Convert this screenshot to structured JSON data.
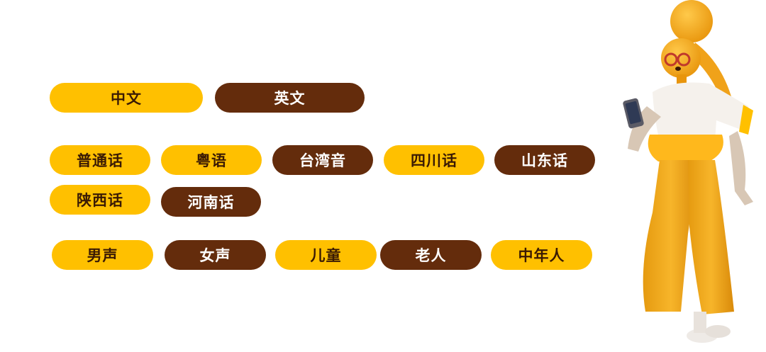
{
  "languages": [
    {
      "label": "中文",
      "style": "yellow"
    },
    {
      "label": "英文",
      "style": "brown"
    }
  ],
  "dialects": [
    {
      "label": "普通话",
      "style": "yellow"
    },
    {
      "label": "粤语",
      "style": "yellow"
    },
    {
      "label": "台湾音",
      "style": "brown"
    },
    {
      "label": "四川话",
      "style": "yellow"
    },
    {
      "label": "山东话",
      "style": "brown"
    },
    {
      "label": "陕西话",
      "style": "yellow"
    },
    {
      "label": "河南话",
      "style": "brown"
    }
  ],
  "voices": [
    {
      "label": "男声",
      "style": "yellow"
    },
    {
      "label": "女声",
      "style": "brown"
    },
    {
      "label": "儿童",
      "style": "yellow"
    },
    {
      "label": "老人",
      "style": "brown"
    },
    {
      "label": "中年人",
      "style": "yellow"
    }
  ],
  "colors": {
    "yellow": "#ffc000",
    "brown": "#642c0c",
    "text_dark": "#3a1a04",
    "text_light": "#ffffff"
  },
  "illustration": {
    "icon": "character-with-phone-illustration"
  }
}
